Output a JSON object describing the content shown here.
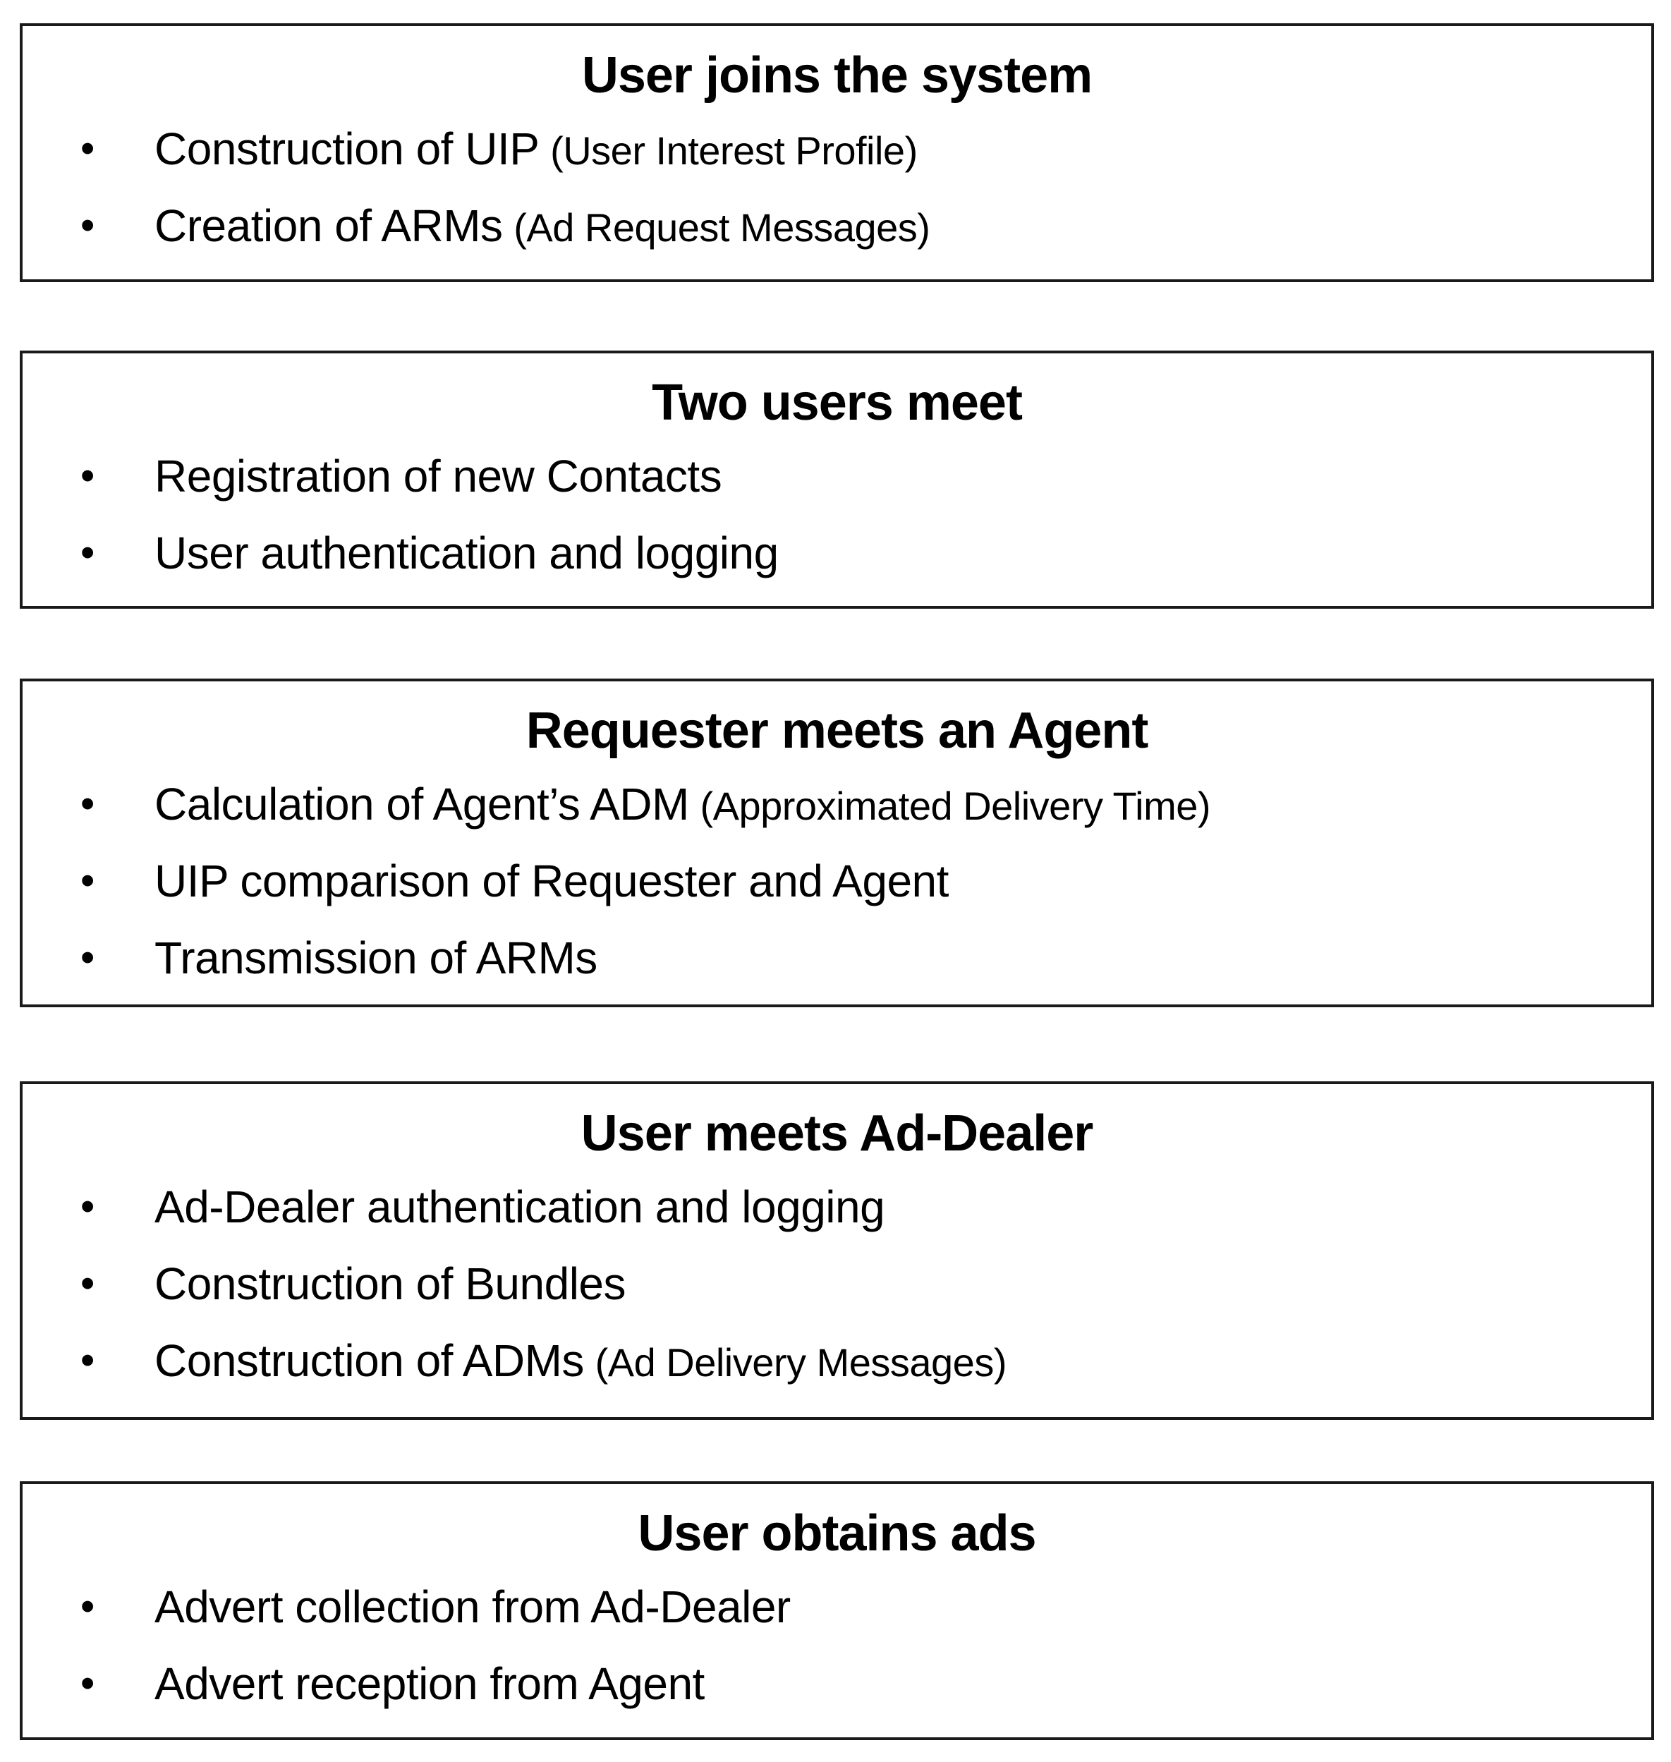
{
  "colors": {
    "border": "#1a1a1a",
    "text": "#000000",
    "background": "#ffffff"
  },
  "bullet_glyph": "•",
  "boxes": [
    {
      "title": "User joins the system",
      "items": [
        {
          "text": "Construction of UIP",
          "note": "(User Interest Profile)"
        },
        {
          "text": "Creation of ARMs",
          "note": "(Ad Request Messages)"
        }
      ]
    },
    {
      "title": "Two users meet",
      "items": [
        {
          "text": "Registration of new Contacts",
          "note": ""
        },
        {
          "text": "User authentication and logging",
          "note": ""
        }
      ]
    },
    {
      "title": "Requester meets an Agent",
      "items": [
        {
          "text": "Calculation of Agent’s ADM",
          "note": "(Approximated Delivery Time)"
        },
        {
          "text": "UIP comparison of Requester and Agent",
          "note": ""
        },
        {
          "text": "Transmission of ARMs",
          "note": ""
        }
      ]
    },
    {
      "title": "User meets Ad-Dealer",
      "items": [
        {
          "text": "Ad-Dealer authentication and logging",
          "note": ""
        },
        {
          "text": "Construction of Bundles",
          "note": ""
        },
        {
          "text": "Construction of ADMs",
          "note": "(Ad Delivery Messages)"
        }
      ]
    },
    {
      "title": "User obtains ads",
      "items": [
        {
          "text": "Advert collection from Ad-Dealer",
          "note": ""
        },
        {
          "text": "Advert reception from Agent",
          "note": ""
        }
      ]
    }
  ]
}
